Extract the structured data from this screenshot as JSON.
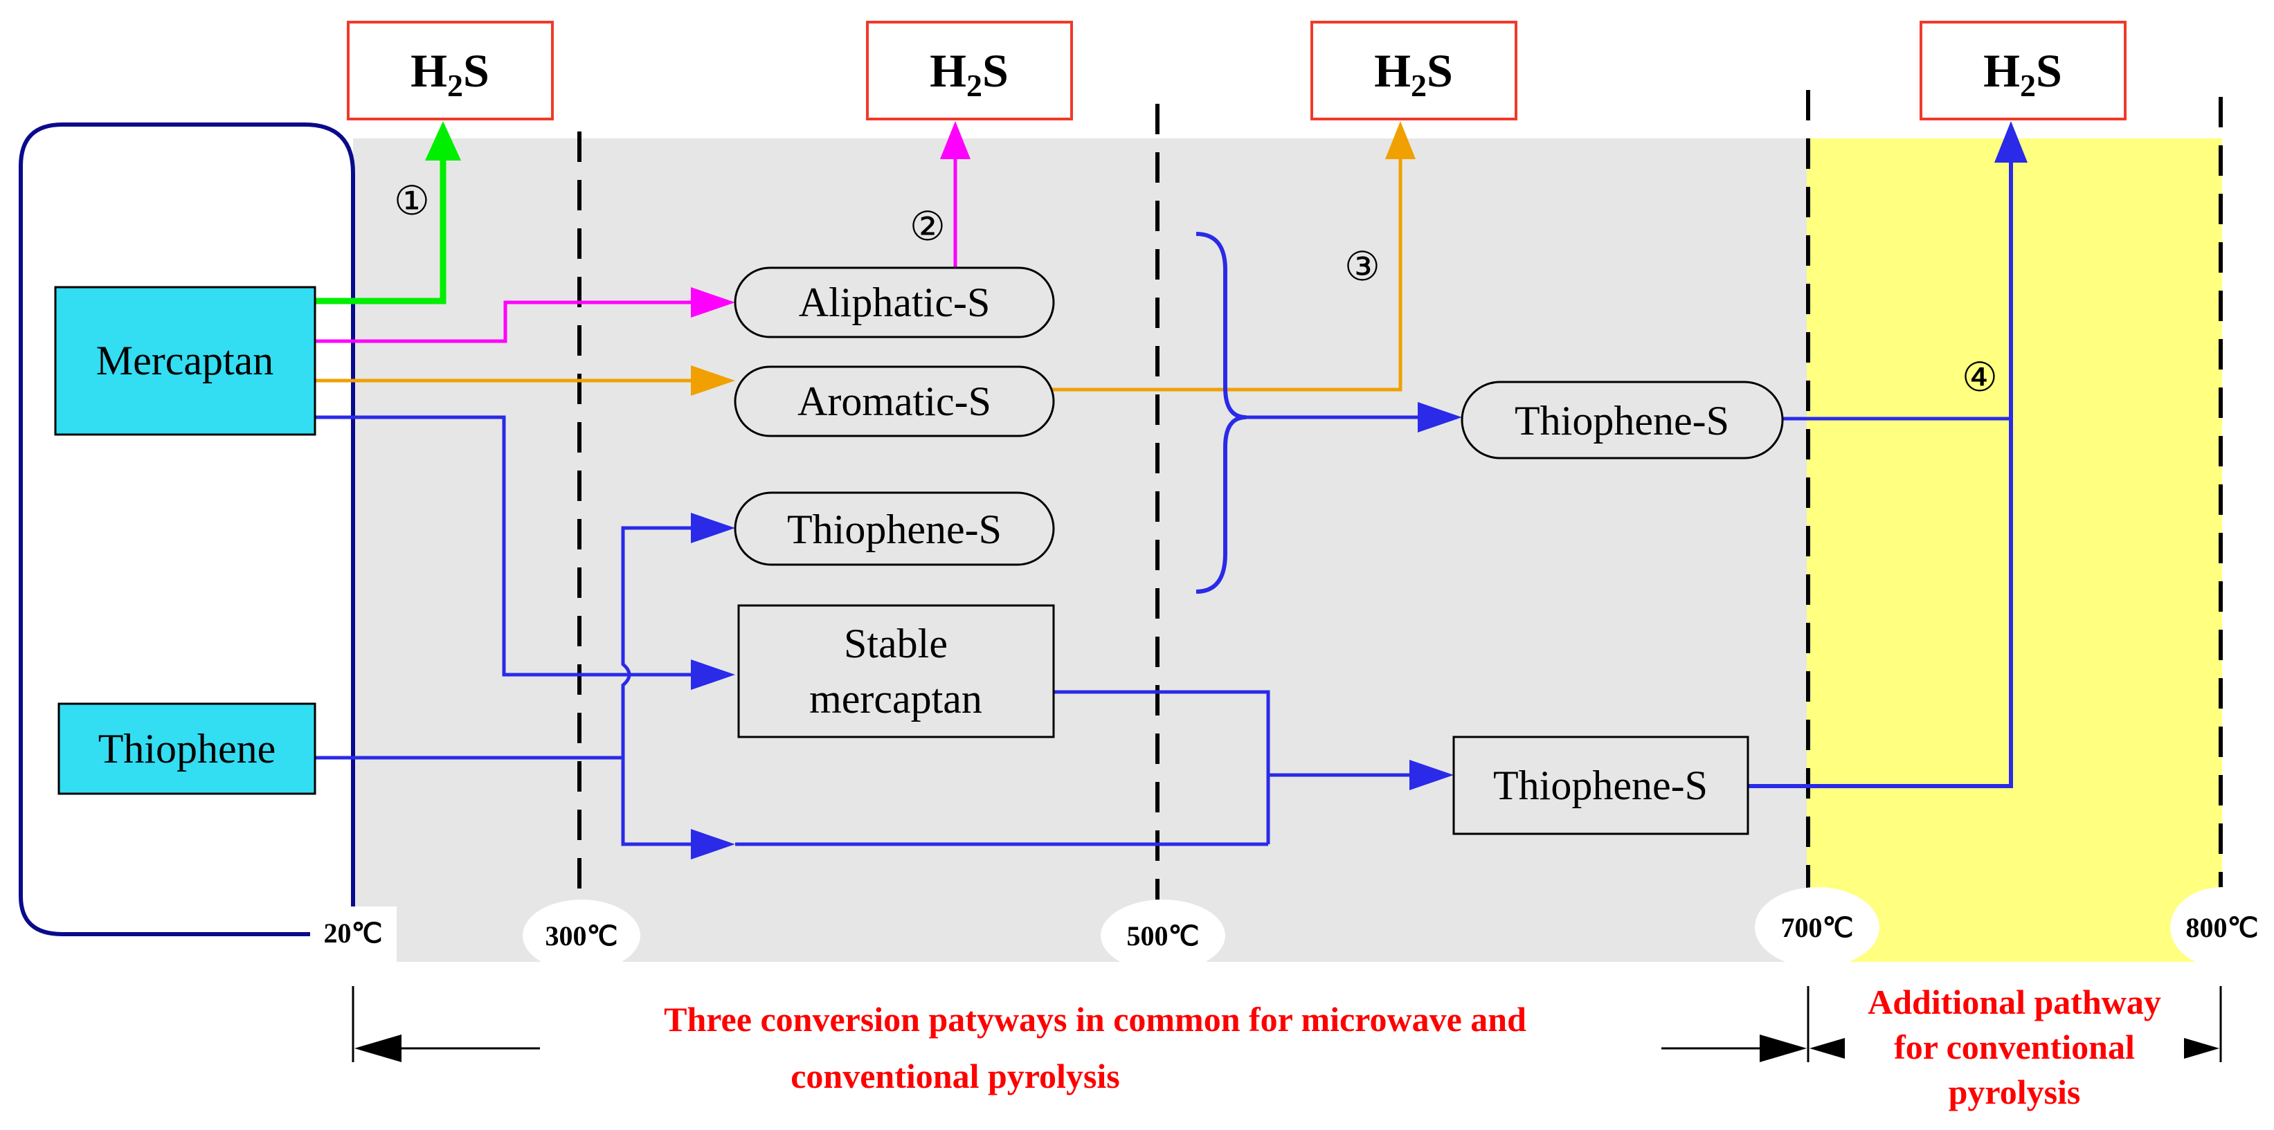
{
  "products": {
    "h2s_base": "H",
    "h2s_sub": "2",
    "h2s_tail": "S"
  },
  "sources": {
    "mercaptan": "Mercaptan",
    "thiophene": "Thiophene"
  },
  "intermediates": {
    "aliphatic": "Aliphatic-S",
    "aromatic": "Aromatic-S",
    "thiophene_low": "Thiophene-S",
    "stable_line1": "Stable",
    "stable_line2": "mercaptan",
    "thiophene_mid": "Thiophene-S",
    "thiophene_high": "Thiophene-S"
  },
  "pathway_numbers": [
    "①",
    "②",
    "③",
    "④"
  ],
  "temperatures": [
    "20℃",
    "300℃",
    "500℃",
    "700℃",
    "800℃"
  ],
  "captions": {
    "common_line1": "Three conversion patyways in common for microwave and",
    "common_line2": "conventional pyrolysis",
    "additional_line1": "Additional pathway",
    "additional_line2": "for conventional",
    "additional_line3": "pyrolysis"
  },
  "colors": {
    "gray_region": "#e6e6e6",
    "yellow_region": "#ffff80",
    "source_fill": "#33ddf2",
    "h2s_border": "#f03a2a",
    "pathway1": "#00ee00",
    "pathway2": "#ff00ff",
    "pathway3": "#f0a000",
    "pathway4": "#2a2ae8",
    "bracket": "#0a0a8c",
    "caption": "#ff0000"
  }
}
